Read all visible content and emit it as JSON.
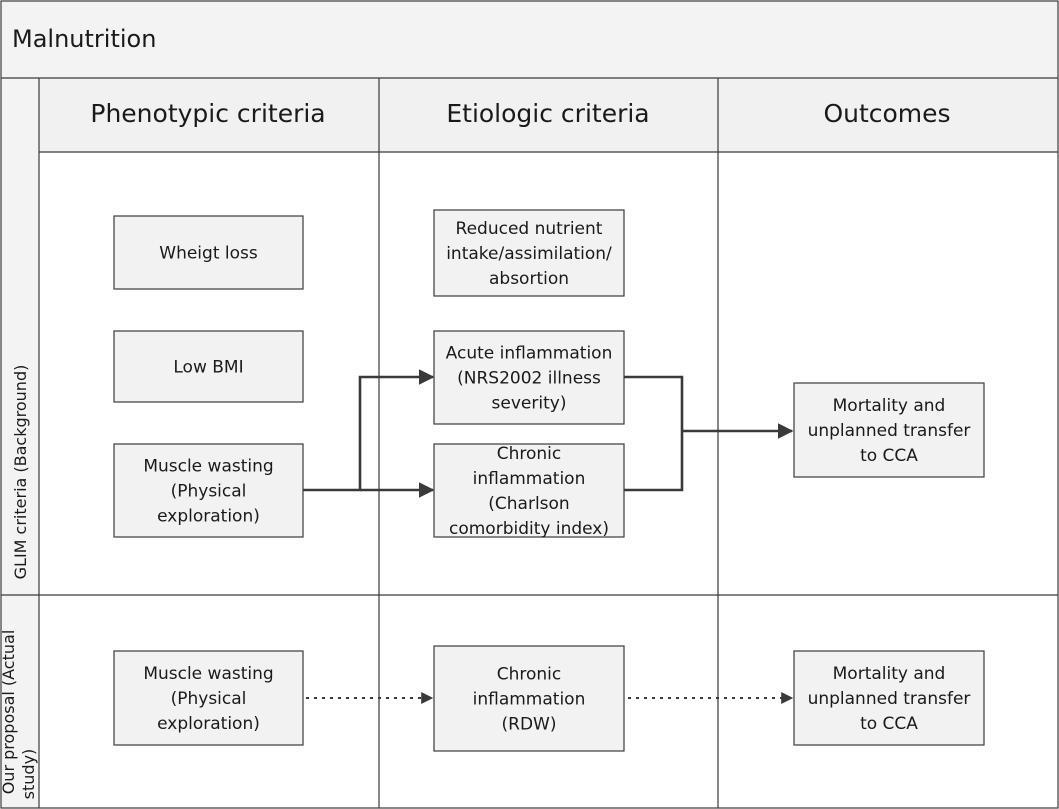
{
  "title": "Malnutrition",
  "columns": [
    {
      "label": "Phenotypic criteria"
    },
    {
      "label": "Etiologic criteria"
    },
    {
      "label": "Outcomes"
    }
  ],
  "lanes": [
    {
      "label": "GLIM criteria (Background)"
    },
    {
      "label_lines": [
        "Our proposal (Actual",
        "study)"
      ]
    }
  ],
  "nodes": {
    "weight_loss": {
      "lines": [
        "Wheigt loss"
      ]
    },
    "low_bmi": {
      "lines": [
        "Low BMI"
      ]
    },
    "muscle_wasting_glim": {
      "lines": [
        "Muscle wasting",
        "(Physical",
        "exploration)"
      ]
    },
    "reduced_intake": {
      "lines": [
        "Reduced nutrient",
        "intake/assimilation/",
        "absortion"
      ]
    },
    "acute_inflammation": {
      "lines": [
        "Acute inflammation",
        "(NRS2002 illness",
        "severity)"
      ]
    },
    "chronic_inflammation_glim": {
      "lines": [
        "Chronic",
        "inflammation",
        "(Charlson",
        "comorbidity index)"
      ]
    },
    "outcome_glim": {
      "lines": [
        "Mortality and",
        "unplanned transfer",
        "to CCA"
      ]
    },
    "muscle_wasting_study": {
      "lines": [
        "Muscle wasting",
        "(Physical",
        "exploration)"
      ]
    },
    "chronic_inflammation_study": {
      "lines": [
        "Chronic",
        "inflammation",
        "(RDW)"
      ]
    },
    "outcome_study": {
      "lines": [
        "Mortality and",
        "unplanned transfer",
        "to CCA"
      ]
    }
  }
}
